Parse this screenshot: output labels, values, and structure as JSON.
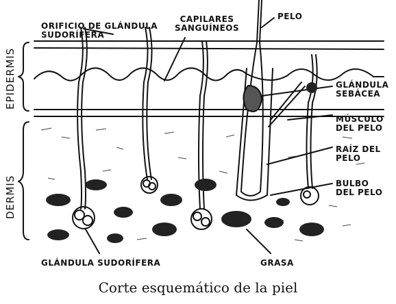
{
  "labels": {
    "orificio": [
      "ORIFICIO DE GLÁNDULA",
      "SUDORÍFERA"
    ],
    "capilares": [
      "CAPILARES",
      "SANGUÍNEOS"
    ],
    "pelo": "PELO",
    "glandula_sebacea": [
      "GLÁNDULA",
      "SEBÁCEA"
    ],
    "musculo": [
      "MÚSCULO",
      "DEL PELO"
    ],
    "raiz": [
      "RAÍZ DEL",
      "PELO"
    ],
    "bulbo": [
      "BULBO",
      "DEL PELO"
    ],
    "glandula_sudorifera": "GLÁNDULA SUDORÍFERA",
    "grasa": "GRASA",
    "epidermis": "EPIDERMIS",
    "dermis": "DERMIS"
  },
  "caption": "Corte esquemático de la piel"
}
